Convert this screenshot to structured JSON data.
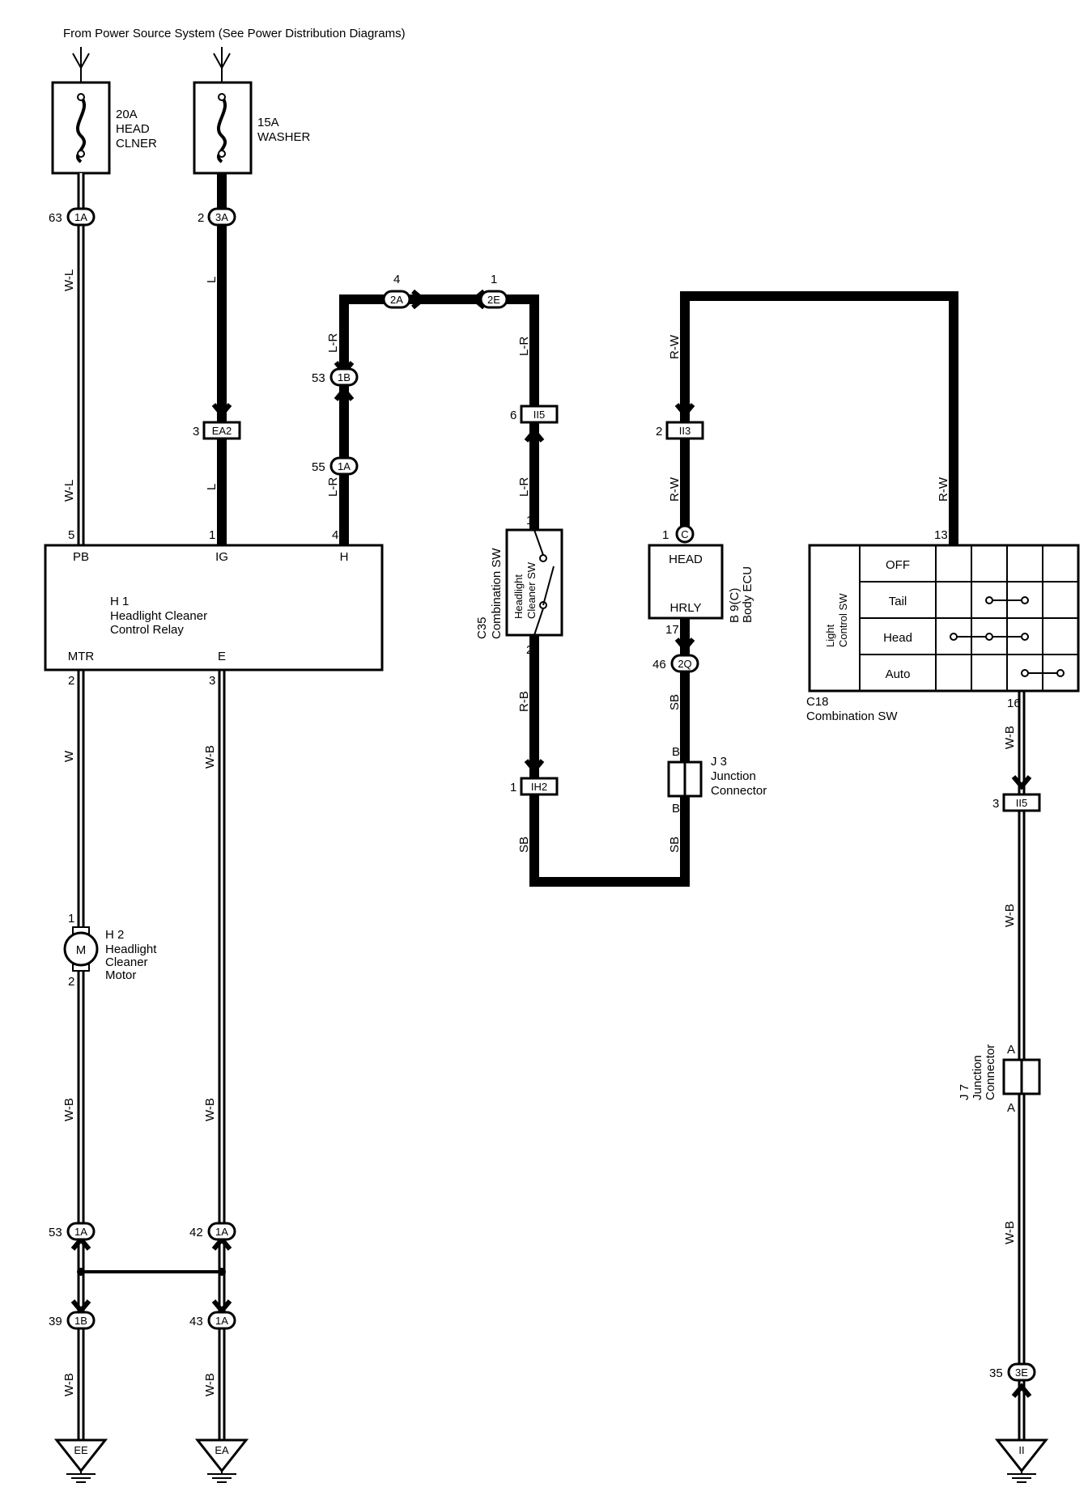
{
  "header": {
    "source_note": "From Power Source System (See Power Distribution Diagrams)"
  },
  "fuses": [
    {
      "rating": "20A",
      "name_line1": "HEAD",
      "name_line2": "CLNER"
    },
    {
      "rating": "15A",
      "name_line1": "WASHER",
      "name_line2": ""
    }
  ],
  "connectors": {
    "c63": {
      "pin": "63",
      "code": "1A"
    },
    "c2": {
      "pin": "2",
      "code": "3A"
    },
    "ea2": {
      "pin": "3",
      "code": "EA2"
    },
    "c4_2a": {
      "pin": "4",
      "code": "2A"
    },
    "c1_2e": {
      "pin": "1",
      "code": "2E"
    },
    "c53_1b": {
      "pin": "53",
      "code": "1B"
    },
    "c55_1a": {
      "pin": "55",
      "code": "1A"
    },
    "ii5_top": {
      "pin": "6",
      "code": "II5"
    },
    "ii3": {
      "pin": "2",
      "code": "II3"
    },
    "body_c": {
      "pin": "1",
      "code": "C"
    },
    "c46_2q": {
      "pin": "46",
      "code": "2Q",
      "pin_above": "17"
    },
    "ih2": {
      "pin": "1",
      "code": "IH2"
    },
    "ii5_right": {
      "pin": "3",
      "code": "II5"
    },
    "c53_1a": {
      "pin": "53",
      "code": "1A"
    },
    "c42_1a": {
      "pin": "42",
      "code": "1A"
    },
    "c39_1b": {
      "pin": "39",
      "code": "1B"
    },
    "c43_1a": {
      "pin": "43",
      "code": "1A"
    },
    "c35_3e": {
      "pin": "35",
      "code": "3E"
    }
  },
  "wire_colors": {
    "wl": "W-L",
    "l": "L",
    "lr": "L-R",
    "rw": "R-W",
    "rb": "R-B",
    "sb": "SB",
    "w": "W",
    "wb": "W-B"
  },
  "relay_h1": {
    "pins_top": [
      "5",
      "1",
      "4"
    ],
    "terminals_top": [
      "PB",
      "IG",
      "H"
    ],
    "id": "H 1",
    "name_line1": "Headlight Cleaner",
    "name_line2": "Control Relay",
    "terminals_bottom": [
      "MTR",
      "E"
    ],
    "pins_bottom": [
      "2",
      "3"
    ]
  },
  "switch_c35": {
    "id": "C35",
    "name": "Combination SW",
    "label_line1": "Headlight",
    "label_line2": "Cleaner SW",
    "pin_top": "1",
    "pin_bottom": "2"
  },
  "ecu_b9": {
    "terminal_top": "HEAD",
    "terminal_bottom": "HRLY",
    "id": "B 9(C)",
    "name": "Body ECU"
  },
  "junction_j3": {
    "id": "J 3",
    "name_line1": "Junction",
    "name_line2": "Connector",
    "pin": "B"
  },
  "combo_c18": {
    "id": "C18",
    "name": "Combination SW",
    "side_label_line1": "Light",
    "side_label_line2": "Control SW",
    "rows": [
      "OFF",
      "Tail",
      "Head",
      "Auto"
    ],
    "pin_top": "13",
    "pin_bottom": "16"
  },
  "motor_h2": {
    "symbol": "M",
    "id": "H 2",
    "name_line1": "Headlight",
    "name_line2": "Cleaner",
    "name_line3": "Motor",
    "pin_top": "1",
    "pin_bottom": "2"
  },
  "junction_j7": {
    "id": "J 7",
    "name_line1": "Junction",
    "name_line2": "Connector",
    "pin": "A"
  },
  "grounds": [
    "EE",
    "EA",
    "II"
  ]
}
